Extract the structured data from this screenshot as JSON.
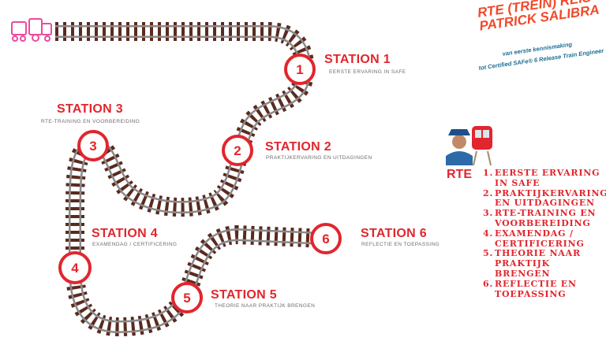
{
  "title": {
    "line1": "RTE (TREIN) REIS",
    "line2": "PATRICK SALIBRA"
  },
  "tagline": {
    "line1": "van eerste kennismaking",
    "line2": "tot Certified SAFe® 6 Release Train Engineer"
  },
  "stations": [
    {
      "number": "1",
      "name": "STATION 1",
      "subtitle": "EERSTE ERVARING IN SAFE"
    },
    {
      "number": "2",
      "name": "STATION 2",
      "subtitle": "PRAKTIJKERVARING EN UITDAGINGEN"
    },
    {
      "number": "3",
      "name": "STATION 3",
      "subtitle": "RTE-TRAINING EN VOORBEREIDING"
    },
    {
      "number": "4",
      "name": "STATION 4",
      "subtitle": "EXAMENDAG / CERTIFICERING"
    },
    {
      "number": "5",
      "name": "STATION 5",
      "subtitle": "THEORIE NAAR PRAKTIJK BRENGEN"
    },
    {
      "number": "6",
      "name": "STATION 6",
      "subtitle": "REFLECTIE EN TOEPASSING"
    }
  ],
  "legend": {
    "label": "RTE",
    "items": [
      {
        "n": "1.",
        "text": "EERSTE ERVARING IN SAFE"
      },
      {
        "n": "2.",
        "text": "PRAKTIJKERVARING EN UITDAGINGEN"
      },
      {
        "n": "3.",
        "text": "RTE-TRAINING EN VOORBEREIDING"
      },
      {
        "n": "4.",
        "text": "EXAMENDAG / CERTIFICERING"
      },
      {
        "n": "5.",
        "text": "THEORIE NAAR PRAKTIJK BRENGEN"
      },
      {
        "n": "6.",
        "text": "REFLECTIE EN TOEPASSING"
      }
    ]
  },
  "colors": {
    "accent": "#e1262d",
    "track_ties": "#5a2a1e",
    "rails": "#8a8a8a",
    "train": "#ec4aa0"
  }
}
